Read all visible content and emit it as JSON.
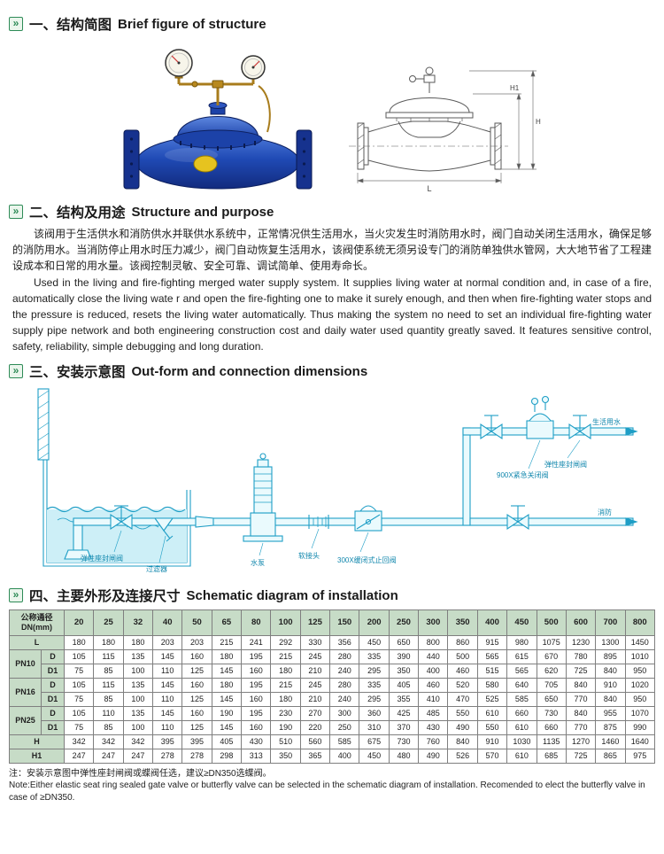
{
  "theme": {
    "accent_green": "#2e8b57",
    "table_header_bg": "#c7dcc7",
    "diagram_cyan": "#1e9ec6",
    "valve_blue": "#1f49b4"
  },
  "icons": {
    "section_bullet": "»"
  },
  "sections": [
    {
      "zh": "一、结构简图",
      "en": "Brief figure of structure"
    },
    {
      "zh": "二、结构及用途",
      "en": "Structure and purpose"
    },
    {
      "zh": "三、安装示意图",
      "en": "Out-form and connection dimensions"
    },
    {
      "zh": "四、主要外形及连接尺寸",
      "en": "Schematic diagram of installation"
    }
  ],
  "structure": {
    "para_zh": "该阀用于生活供水和消防供水并联供水系统中，正常情况供生活用水，当火灾发生时消防用水时，阀门自动关闭生活用水，确保足够的消防用水。当消防停止用水时压力减少，阀门自动恢复生活用水，该阀使系统无须另设专门的消防单独供水管网，大大地节省了工程建设成本和日常的用水量。该阀控制灵敏、安全可靠、调试简单、使用寿命长。",
    "para_en": "Used in the living and fire-fighting merged water supply system.  It supplies living water at normal condition and, in case of a fire, automatically close the living wate r and open the fire-fighting one to make it surely enough, and then when fire-fighting water stops and the pressure is reduced, resets the living water automatically.  Thus making the system no need to set an individual fire-fighting water supply pipe network and both engineering construction cost and daily water used quantity greatly saved.  It features sensitive control, safety, reliability, simple debugging and long duration."
  },
  "figure": {
    "dims": [
      "H1",
      "H",
      "L"
    ]
  },
  "diagram": {
    "labels": [
      "生活用水",
      "弹性座封闸阀",
      "900X紧急关闭阀",
      "消防",
      "弹性座封闸阀",
      "过滤器",
      "水泵",
      "软接头",
      "300X缓闭式止回阀"
    ]
  },
  "table": {
    "corner_l1": "公称通径",
    "corner_l2": "DN(mm)",
    "dn": [
      "20",
      "25",
      "32",
      "40",
      "50",
      "65",
      "80",
      "100",
      "125",
      "150",
      "200",
      "250",
      "300",
      "350",
      "400",
      "450",
      "500",
      "600",
      "700",
      "800"
    ],
    "row_groups": [
      {
        "label": null,
        "rows": [
          {
            "param": "L",
            "values": [
              180,
              180,
              180,
              203,
              203,
              215,
              241,
              292,
              330,
              356,
              450,
              650,
              800,
              860,
              915,
              980,
              1075,
              1230,
              1300,
              1450
            ]
          }
        ]
      },
      {
        "label": "PN10",
        "rows": [
          {
            "param": "D",
            "values": [
              105,
              115,
              135,
              145,
              160,
              180,
              195,
              215,
              245,
              280,
              335,
              390,
              440,
              500,
              565,
              615,
              670,
              780,
              895,
              1010
            ]
          },
          {
            "param": "D1",
            "values": [
              75,
              85,
              100,
              110,
              125,
              145,
              160,
              180,
              210,
              240,
              295,
              350,
              400,
              460,
              515,
              565,
              620,
              725,
              840,
              950
            ]
          }
        ]
      },
      {
        "label": "PN16",
        "rows": [
          {
            "param": "D",
            "values": [
              105,
              115,
              135,
              145,
              160,
              180,
              195,
              215,
              245,
              280,
              335,
              405,
              460,
              520,
              580,
              640,
              705,
              840,
              910,
              1020
            ]
          },
          {
            "param": "D1",
            "values": [
              75,
              85,
              100,
              110,
              125,
              145,
              160,
              180,
              210,
              240,
              295,
              355,
              410,
              470,
              525,
              585,
              650,
              770,
              840,
              950
            ]
          }
        ]
      },
      {
        "label": "PN25",
        "rows": [
          {
            "param": "D",
            "values": [
              105,
              110,
              135,
              145,
              160,
              190,
              195,
              230,
              270,
              300,
              360,
              425,
              485,
              550,
              610,
              660,
              730,
              840,
              955,
              1070
            ]
          },
          {
            "param": "D1",
            "values": [
              75,
              85,
              100,
              110,
              125,
              145,
              160,
              190,
              220,
              250,
              310,
              370,
              430,
              490,
              550,
              610,
              660,
              770,
              875,
              990
            ]
          }
        ]
      },
      {
        "label": null,
        "rows": [
          {
            "param": "H",
            "values": [
              342,
              342,
              342,
              395,
              395,
              405,
              430,
              510,
              560,
              585,
              675,
              730,
              760,
              840,
              910,
              1030,
              1135,
              1270,
              1460,
              1640
            ]
          }
        ]
      },
      {
        "label": null,
        "rows": [
          {
            "param": "H1",
            "values": [
              247,
              247,
              247,
              278,
              278,
              298,
              313,
              350,
              365,
              400,
              450,
              480,
              490,
              526,
              570,
              610,
              685,
              725,
              865,
              975
            ]
          }
        ]
      }
    ]
  },
  "note": {
    "zh": "注：安装示意图中弹性座封闸阀或蝶阀任选，建议≥DN350选蝶阀。",
    "en": "Note:Either elastic seat ring sealed gate valve or butterfly valve can be selected in the schematic diagram of installation. Recomended to elect the butterfly valve in case of ≥DN350."
  }
}
